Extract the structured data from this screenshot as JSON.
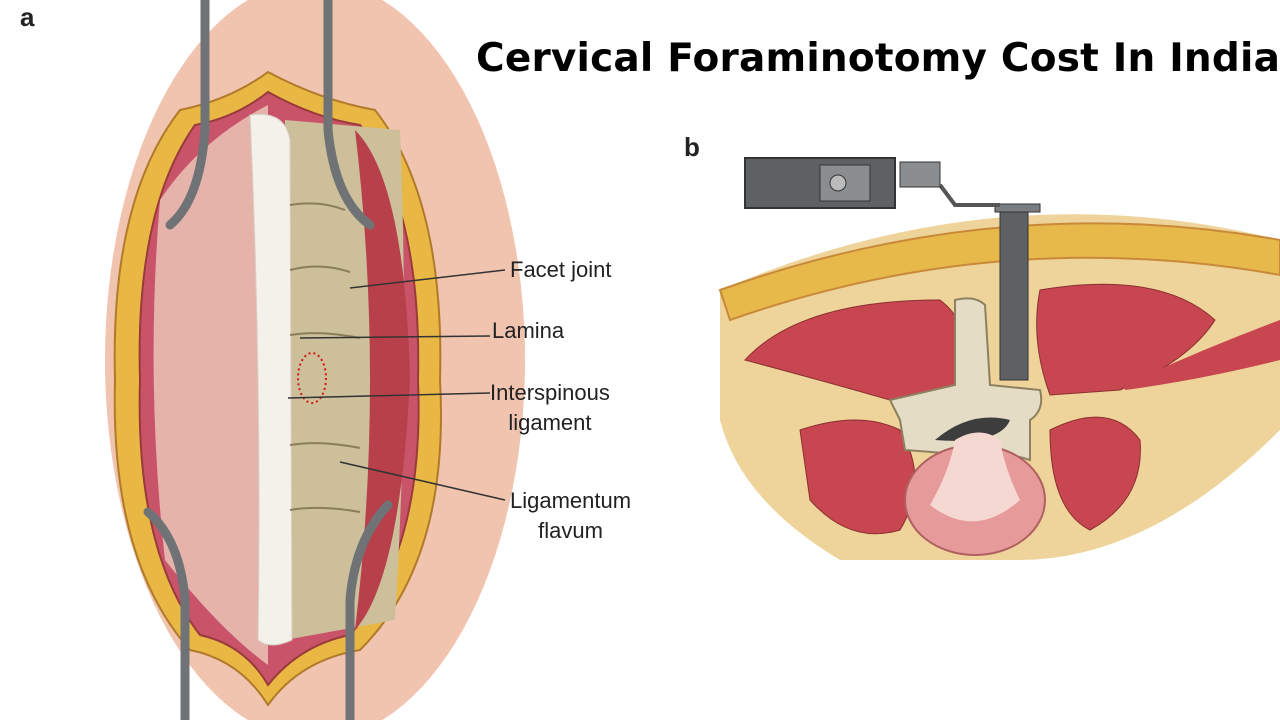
{
  "title": "Cervical Foraminotomy Cost In India",
  "panels": {
    "a": {
      "letter": "a",
      "labels": {
        "facet_joint": "Facet joint",
        "lamina": "Lamina",
        "interspinous_line1": "Interspinous",
        "interspinous_line2": "ligament",
        "ligamentum_line1": "Ligamentum",
        "ligamentum_line2": "flavum"
      }
    },
    "b": {
      "letter": "b"
    }
  },
  "colors": {
    "skin": "#f1c4b0",
    "fat": "#e9b844",
    "muscle": "#c9464f",
    "bone": "#e4dcc5",
    "instrument": "#6f7376"
  }
}
